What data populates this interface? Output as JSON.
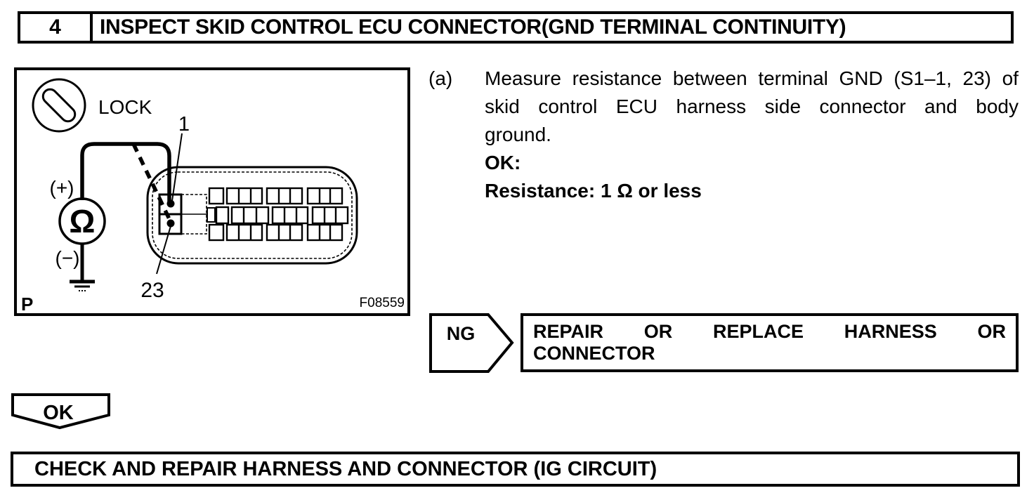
{
  "colors": {
    "ink": "#000000",
    "paper": "#ffffff"
  },
  "step_header": {
    "number": "4",
    "title": "INSPECT SKID CONTROL ECU CONNECTOR(GND TERMINAL CONTINUITY)"
  },
  "figure": {
    "lock_label": "LOCK",
    "terminal_top_label": "1",
    "terminal_bottom_label": "23",
    "probe_plus": "(+)",
    "probe_minus": "(−)",
    "meter_symbol": "Ω",
    "corner_marker": "P",
    "figure_code": "F08559"
  },
  "instruction": {
    "marker": "(a)",
    "line1": "Measure resistance between terminal GND (S1–1, 23) of",
    "line2": "skid control ECU harness side connector and body",
    "line3": "ground.",
    "ok_heading": "OK:",
    "spec": "Resistance: 1 Ω or less"
  },
  "ng_branch": {
    "label": "NG",
    "action_line1": "REPAIR OR REPLACE HARNESS OR",
    "action_line2": "CONNECTOR"
  },
  "ok_branch": {
    "label": "OK"
  },
  "next_step": {
    "title": "CHECK AND REPAIR HARNESS AND CONNECTOR (IG CIRCUIT)"
  }
}
